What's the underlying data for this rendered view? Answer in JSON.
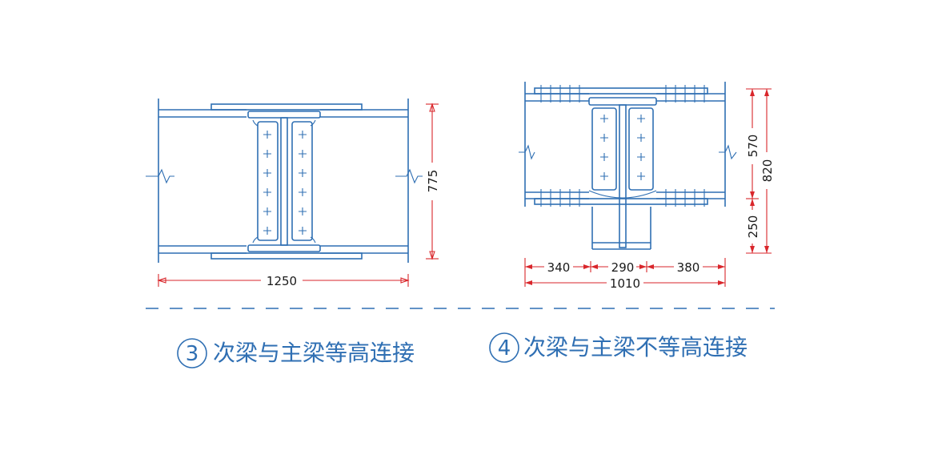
{
  "detail3": {
    "dims": {
      "width": "1250",
      "height": "775"
    },
    "caption": {
      "number": "3",
      "text": "次梁与主梁等高连接"
    }
  },
  "detail4": {
    "dims": {
      "seg1": "340",
      "seg2": "290",
      "seg3": "380",
      "total": "1010",
      "h_upper": "570",
      "h_total": "820",
      "h_lower": "250"
    },
    "caption": {
      "number": "4",
      "text": "次梁与主梁不等高连接"
    }
  },
  "colors": {
    "line": "#2f6fb3",
    "dimension": "#d9262b"
  }
}
